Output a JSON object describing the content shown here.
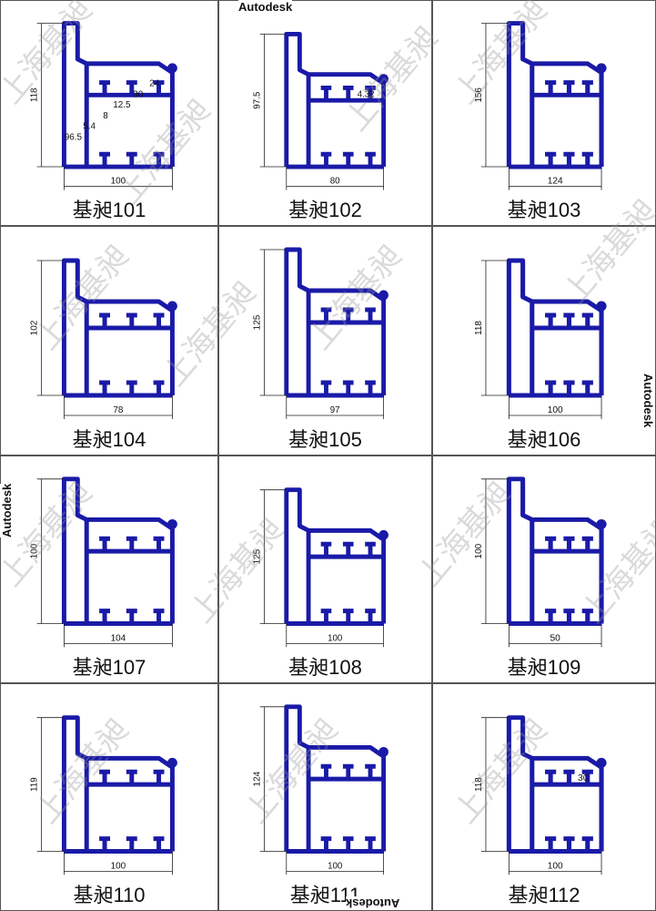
{
  "autodesk_label": "Autodesk",
  "watermark": "上海基昶",
  "profile_color": "#1a1aa8",
  "profiles": [
    {
      "name": "基昶101",
      "dims": [
        "118",
        "100",
        "24",
        "30",
        "12.5",
        "8",
        "5.4",
        "96.5"
      ]
    },
    {
      "name": "基昶102",
      "dims": [
        "97.5",
        "80",
        "4.32"
      ]
    },
    {
      "name": "基昶103",
      "dims": [
        "156",
        "124"
      ]
    },
    {
      "name": "基昶104",
      "dims": [
        "102",
        "78"
      ]
    },
    {
      "name": "基昶105",
      "dims": [
        "125",
        "97"
      ]
    },
    {
      "name": "基昶106",
      "dims": [
        "118",
        "100"
      ]
    },
    {
      "name": "基昶107",
      "dims": [
        "100",
        "104"
      ]
    },
    {
      "name": "基昶108",
      "dims": [
        "125",
        "100"
      ]
    },
    {
      "name": "基昶109",
      "dims": [
        "100",
        "50"
      ]
    },
    {
      "name": "基昶110",
      "dims": [
        "119",
        "100"
      ]
    },
    {
      "name": "基昶111",
      "dims": [
        "124",
        "100"
      ]
    },
    {
      "name": "基昶112",
      "dims": [
        "118",
        "100",
        "30"
      ]
    }
  ]
}
